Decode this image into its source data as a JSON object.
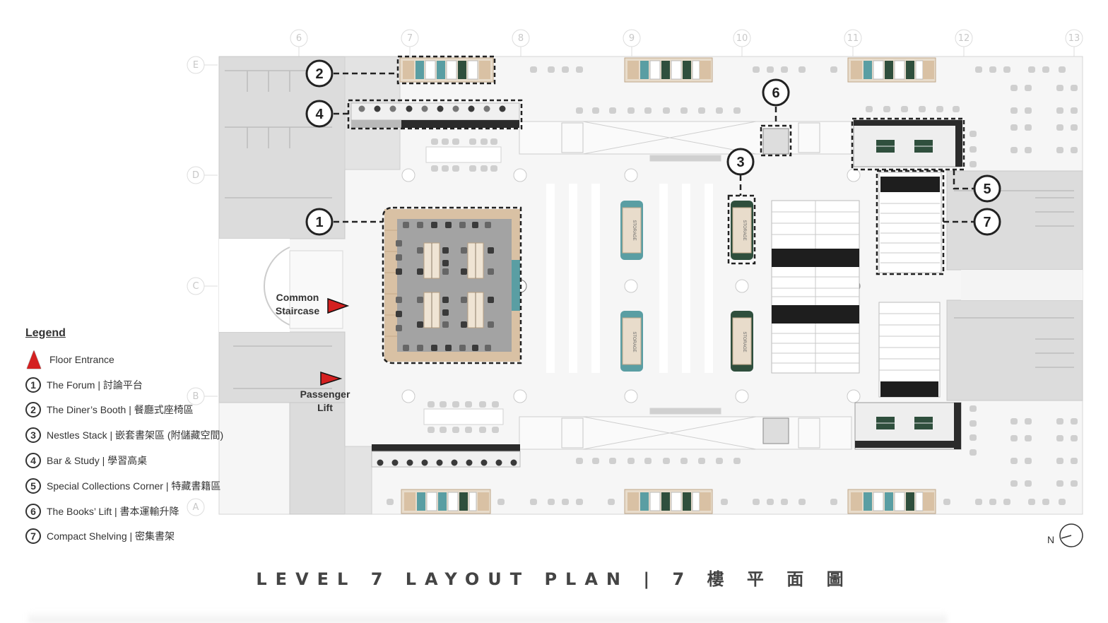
{
  "grid": {
    "columns": [
      "6",
      "7",
      "8",
      "9",
      "10",
      "11",
      "12",
      "13"
    ],
    "rows": [
      "E",
      "D",
      "C",
      "B",
      "A"
    ]
  },
  "callouts": [
    "1",
    "2",
    "3",
    "4",
    "5",
    "6",
    "7"
  ],
  "labels": {
    "common_staircase_line1": "Common",
    "common_staircase_line2": "Staircase",
    "passenger_lift_line1": "Passenger",
    "passenger_lift_line2": "Lift",
    "storage": "STORAGE"
  },
  "legend": {
    "title": "Legend",
    "floor_entrance": "Floor Entrance",
    "items": [
      {
        "num": "1",
        "text": "The Forum | 討論平台"
      },
      {
        "num": "2",
        "text": "The Diner’s Booth | 餐廳式座椅區"
      },
      {
        "num": "3",
        "text": "Nestles Stack | 嵌套書架區 (附儲藏空間)"
      },
      {
        "num": "4",
        "text": "Bar & Study | 學習高桌"
      },
      {
        "num": "5",
        "text": "Special Collections Corner | 特藏書籍區"
      },
      {
        "num": "6",
        "text": "The Books’ Lift | 書本運輸升降"
      },
      {
        "num": "7",
        "text": "Compact Shelving | 密集書架"
      }
    ]
  },
  "title": "LEVEL 7 LAYOUT PLAN | 7 樓 平 面 圖",
  "north_label": "N",
  "colors": {
    "entrance_red": "#d42020",
    "teal": "#5a9ea3",
    "dark_green": "#2f4f3d",
    "wood": "#d9c1a4",
    "forum_grey": "#a3a3a3"
  }
}
